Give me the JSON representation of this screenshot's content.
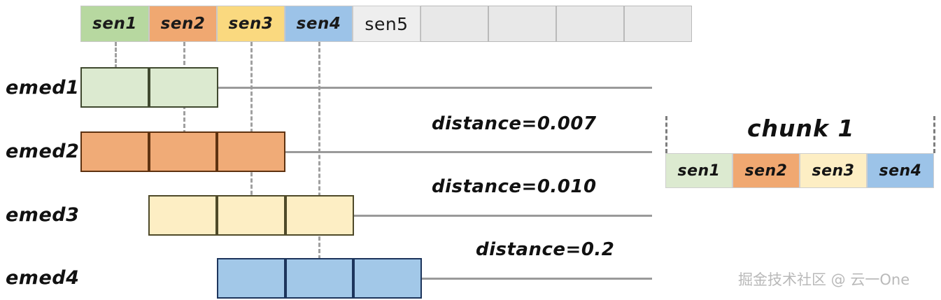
{
  "diagram": {
    "title": "semantic-chunking-distance-diagram",
    "watermark": "掘金技术社区 @ 云一One"
  },
  "colors": {
    "sen1": "#d9ead3",
    "sen2": "#f0a濡",
    "green_fill": "#dcead0",
    "green_border": "#4c5a3e",
    "orange_fill": "#f0ab77",
    "orange_border": "#6b3a14",
    "yellow_fill": "#fdeec4",
    "yellow_border": "#5c5530",
    "blue_fill": "#a2c8e8",
    "blue_border": "#21395e",
    "strip_sen1": "#b7d8a0",
    "strip_sen2": "#f0a871",
    "strip_sen3": "#fad97f",
    "strip_sen4": "#9cc3e8",
    "strip_sen5": "#eeeeee",
    "empty_cell": "#e8e8e8",
    "line_gray": "#9a9a9a",
    "dash_gray": "#a0a0a0"
  },
  "top_strip": {
    "name": "sentence-strip",
    "cells": [
      {
        "label": "sen1",
        "filled": true
      },
      {
        "label": "sen2",
        "filled": true
      },
      {
        "label": "sen3",
        "filled": true
      },
      {
        "label": "sen4",
        "filled": true
      },
      {
        "label": "sen5",
        "filled": true
      },
      {
        "label": "",
        "filled": false
      },
      {
        "label": "",
        "filled": false
      },
      {
        "label": "",
        "filled": false
      },
      {
        "label": "",
        "filled": false
      }
    ]
  },
  "embedding_rows": [
    {
      "label": "emed1",
      "cell_count": 2,
      "color": "green"
    },
    {
      "label": "emed2",
      "cell_count": 3,
      "color": "orange"
    },
    {
      "label": "emed3",
      "cell_count": 3,
      "color": "yellow"
    },
    {
      "label": "emed4",
      "cell_count": 3,
      "color": "blue"
    }
  ],
  "distances": [
    {
      "label": "distance=0.007",
      "value": 0.007,
      "between": "emed1-emed2"
    },
    {
      "label": "distance=0.010",
      "value": 0.01,
      "between": "emed2-emed3"
    },
    {
      "label": "distance=0.2",
      "value": 0.2,
      "between": "emed3-emed4"
    }
  ],
  "chunk_panel": {
    "title": "chunk 1",
    "cells": [
      {
        "label": "sen1"
      },
      {
        "label": "sen2"
      },
      {
        "label": "sen3"
      },
      {
        "label": "sen4"
      }
    ]
  }
}
